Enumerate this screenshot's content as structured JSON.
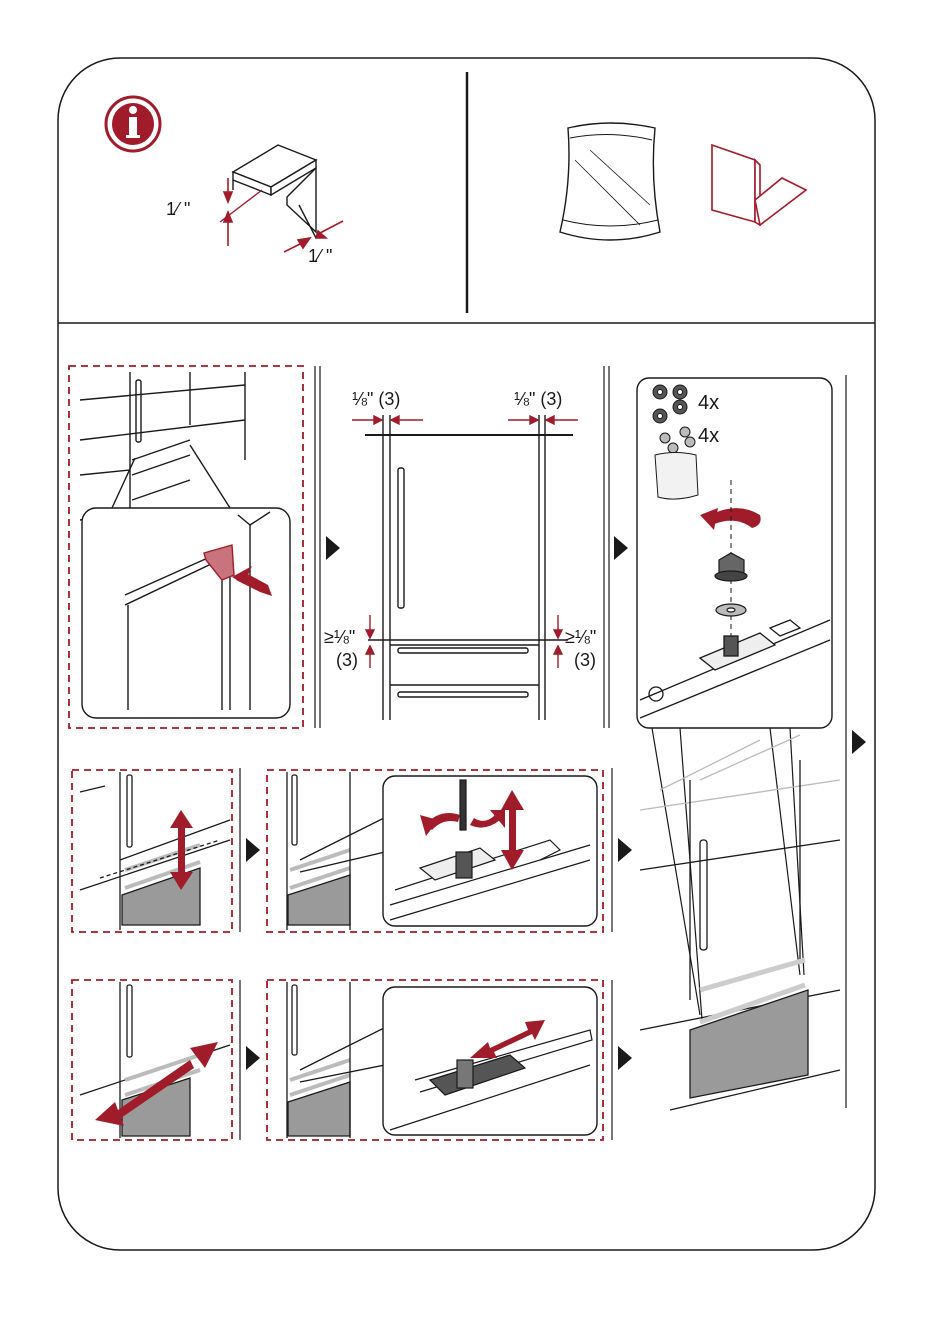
{
  "info_panel": {
    "icon": "info-icon",
    "gap_vertical": "1⁄  \"",
    "gap_horizontal": "1⁄  \""
  },
  "parts_panel": {
    "icons": [
      "hardware-bag-icon",
      "spacer-bracket-icon"
    ]
  },
  "step_alignment": {
    "top_left_gap": "⅛\" (3)",
    "top_right_gap": "⅛\" (3)",
    "side_left_gap": "≥⅛\"",
    "side_left_gap_mm": "(3)",
    "side_right_gap": "≥⅛\"",
    "side_right_gap_mm": "(3)"
  },
  "step_hardware": {
    "nuts_qty": "4x",
    "washers_qty": "4x"
  },
  "colors": {
    "accent_red": "#a01c2a",
    "line": "#1a1a1a",
    "panel_gray": "#9a9a9a"
  }
}
